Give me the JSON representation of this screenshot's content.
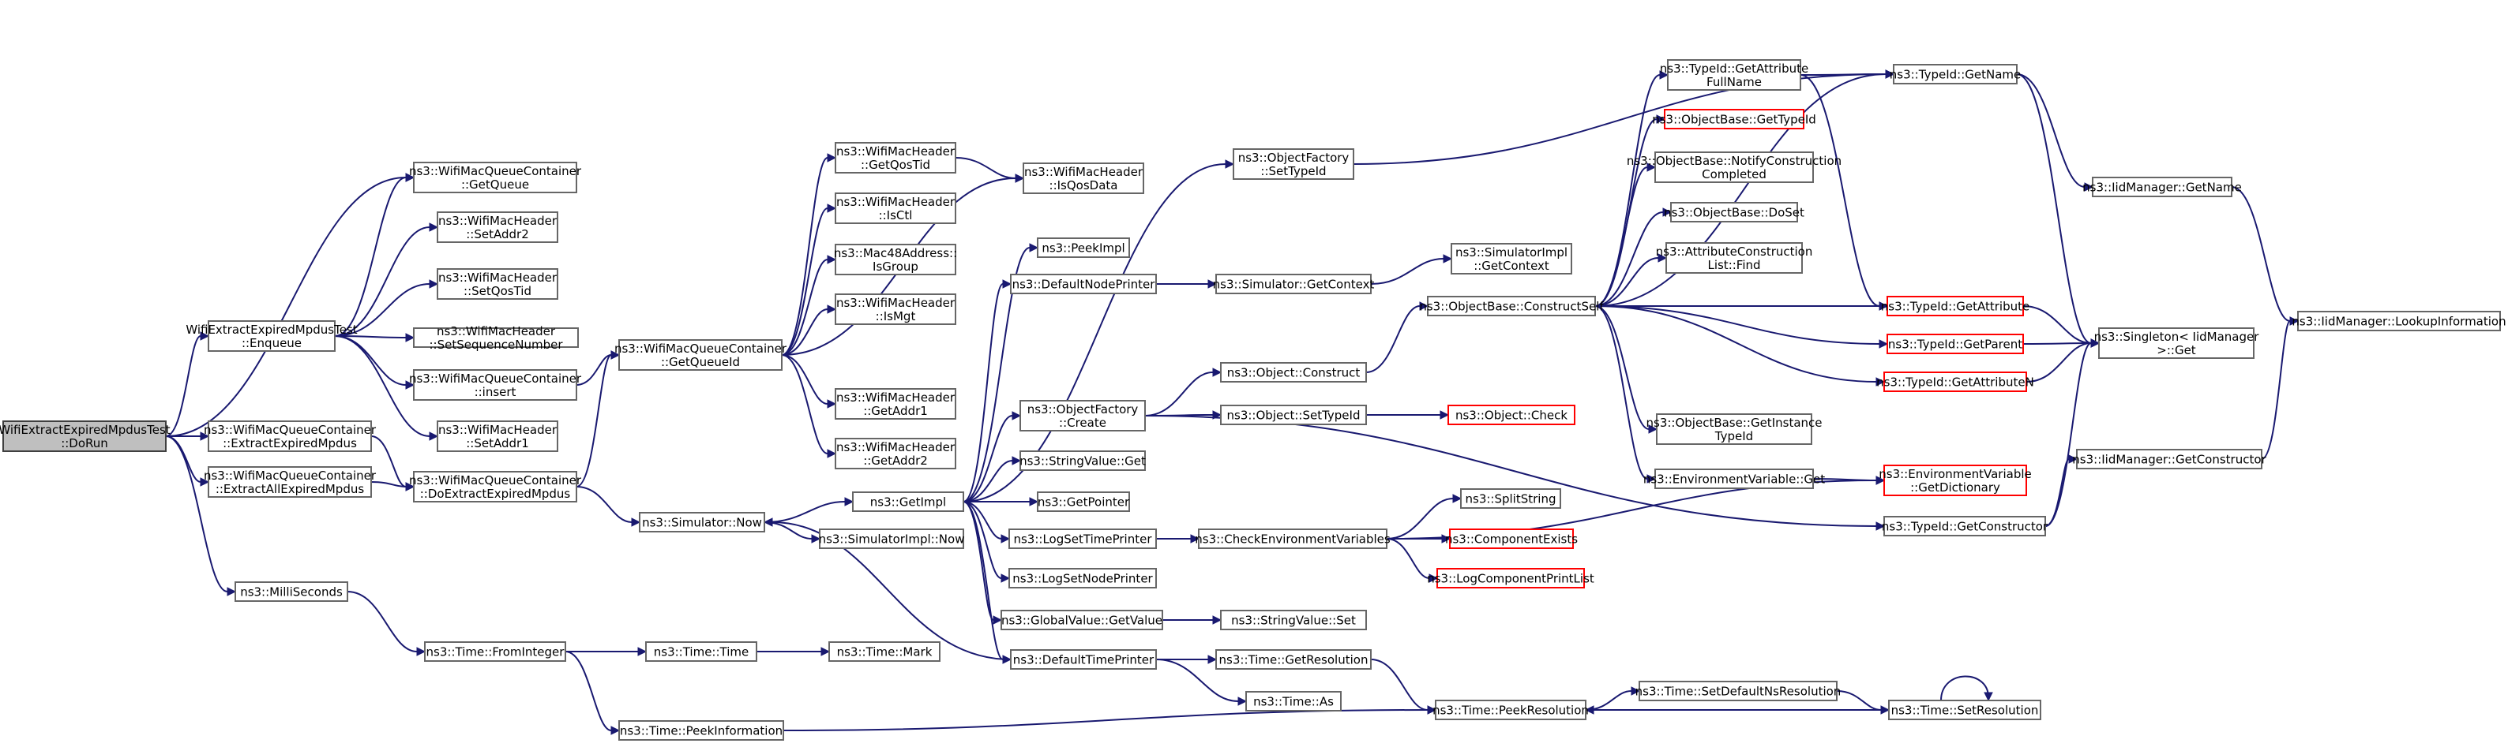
{
  "colors": {
    "edge": "#191970",
    "node_border": "#666666",
    "truncated_border": "#ff0000",
    "root_fill": "#bfbfbf"
  },
  "nodes": [
    {
      "id": "root",
      "lines": [
        "WifiExtractExpiredMpdusTest",
        "::DoRun"
      ],
      "root": true
    },
    {
      "id": "enq",
      "lines": [
        "WifiExtractExpiredMpdusTest",
        "::Enqueue"
      ]
    },
    {
      "id": "q_extract",
      "lines": [
        "ns3::WifiMacQueueContainer",
        "::ExtractExpiredMpdus"
      ]
    },
    {
      "id": "q_extractall",
      "lines": [
        "ns3::WifiMacQueueContainer",
        "::ExtractAllExpiredMpdus"
      ]
    },
    {
      "id": "milli",
      "lines": [
        "ns3::MilliSeconds"
      ]
    },
    {
      "id": "q_getqueue",
      "lines": [
        "ns3::WifiMacQueueContainer",
        "::GetQueue"
      ]
    },
    {
      "id": "h_setaddr2",
      "lines": [
        "ns3::WifiMacHeader",
        "::SetAddr2"
      ]
    },
    {
      "id": "h_setqostid",
      "lines": [
        "ns3::WifiMacHeader",
        "::SetQosTid"
      ]
    },
    {
      "id": "h_setseq",
      "lines": [
        "ns3::WifiMacHeader",
        "::SetSequenceNumber"
      ]
    },
    {
      "id": "q_insert",
      "lines": [
        "ns3::WifiMacQueueContainer",
        "::insert"
      ]
    },
    {
      "id": "h_setaddr1",
      "lines": [
        "ns3::WifiMacHeader",
        "::SetAddr1"
      ]
    },
    {
      "id": "q_doextract",
      "lines": [
        "ns3::WifiMacQueueContainer",
        "::DoExtractExpiredMpdus"
      ]
    },
    {
      "id": "q_getqueueid",
      "lines": [
        "ns3::WifiMacQueueContainer",
        "::GetQueueId"
      ]
    },
    {
      "id": "t_fromint",
      "lines": [
        "ns3::Time::FromInteger"
      ]
    },
    {
      "id": "t_peekinfo",
      "lines": [
        "ns3::Time::PeekInformation"
      ]
    },
    {
      "id": "t_time",
      "lines": [
        "ns3::Time::Time"
      ]
    },
    {
      "id": "t_mark",
      "lines": [
        "ns3::Time::Mark"
      ]
    },
    {
      "id": "sim_now",
      "lines": [
        "ns3::Simulator::Now"
      ]
    },
    {
      "id": "simimpl_now",
      "lines": [
        "ns3::SimulatorImpl::Now"
      ]
    },
    {
      "id": "getimpl",
      "lines": [
        "ns3::GetImpl"
      ]
    },
    {
      "id": "h_getqostid",
      "lines": [
        "ns3::WifiMacHeader",
        "::GetQosTid"
      ]
    },
    {
      "id": "h_isctl",
      "lines": [
        "ns3::WifiMacHeader",
        "::IsCtl"
      ]
    },
    {
      "id": "mac_isgroup",
      "lines": [
        "ns3::Mac48Address::",
        "IsGroup"
      ]
    },
    {
      "id": "h_ismgt",
      "lines": [
        "ns3::WifiMacHeader",
        "::IsMgt"
      ]
    },
    {
      "id": "h_getaddr1",
      "lines": [
        "ns3::WifiMacHeader",
        "::GetAddr1"
      ]
    },
    {
      "id": "h_getaddr2",
      "lines": [
        "ns3::WifiMacHeader",
        "::GetAddr2"
      ]
    },
    {
      "id": "h_isqosdata",
      "lines": [
        "ns3::WifiMacHeader",
        "::IsQosData"
      ]
    },
    {
      "id": "peekimpl",
      "lines": [
        "ns3::PeekImpl"
      ]
    },
    {
      "id": "defnodeprinter",
      "lines": [
        "ns3::DefaultNodePrinter"
      ]
    },
    {
      "id": "objfact_create",
      "lines": [
        "ns3::ObjectFactory",
        "::Create"
      ]
    },
    {
      "id": "strval_get",
      "lines": [
        "ns3::StringValue::Get"
      ]
    },
    {
      "id": "getpointer",
      "lines": [
        "ns3::GetPointer"
      ]
    },
    {
      "id": "logsettime",
      "lines": [
        "ns3::LogSetTimePrinter"
      ]
    },
    {
      "id": "logsetnode",
      "lines": [
        "ns3::LogSetNodePrinter"
      ]
    },
    {
      "id": "gv_getvalue",
      "lines": [
        "ns3::GlobalValue::GetValue"
      ]
    },
    {
      "id": "deftimeprinter",
      "lines": [
        "ns3::DefaultTimePrinter"
      ]
    },
    {
      "id": "objfact_settypeid",
      "lines": [
        "ns3::ObjectFactory",
        "::SetTypeId"
      ]
    },
    {
      "id": "sim_getcontext",
      "lines": [
        "ns3::Simulator::GetContext"
      ]
    },
    {
      "id": "obj_construct",
      "lines": [
        "ns3::Object::Construct"
      ]
    },
    {
      "id": "obj_settypeid",
      "lines": [
        "ns3::Object::SetTypeId"
      ]
    },
    {
      "id": "strval_set",
      "lines": [
        "ns3::StringValue::Set"
      ]
    },
    {
      "id": "t_getres",
      "lines": [
        "ns3::Time::GetResolution"
      ]
    },
    {
      "id": "t_as",
      "lines": [
        "ns3::Time::As"
      ]
    },
    {
      "id": "checkenv",
      "lines": [
        "ns3::CheckEnvironmentVariables"
      ]
    },
    {
      "id": "simimpl_getcontext",
      "lines": [
        "ns3::SimulatorImpl",
        "::GetContext"
      ]
    },
    {
      "id": "ob_constructself",
      "lines": [
        "ns3::ObjectBase::ConstructSelf"
      ]
    },
    {
      "id": "obj_check",
      "lines": [
        "ns3::Object::Check"
      ],
      "truncated": true
    },
    {
      "id": "splitstring",
      "lines": [
        "ns3::SplitString"
      ]
    },
    {
      "id": "compexists",
      "lines": [
        "ns3::ComponentExists"
      ],
      "truncated": true
    },
    {
      "id": "logcompprint",
      "lines": [
        "ns3::LogComponentPrintList"
      ],
      "truncated": true
    },
    {
      "id": "t_peekres",
      "lines": [
        "ns3::Time::PeekResolution"
      ]
    },
    {
      "id": "tid_getattrfull",
      "lines": [
        "ns3::TypeId::GetAttribute",
        "FullName"
      ]
    },
    {
      "id": "ob_gettypeid",
      "lines": [
        "ns3::ObjectBase::GetTypeId"
      ],
      "truncated": true
    },
    {
      "id": "ob_notify",
      "lines": [
        "ns3::ObjectBase::NotifyConstruction",
        "Completed"
      ]
    },
    {
      "id": "ob_doset",
      "lines": [
        "ns3::ObjectBase::DoSet"
      ]
    },
    {
      "id": "attrconstr_find",
      "lines": [
        "ns3::AttributeConstruction",
        "List::Find"
      ]
    },
    {
      "id": "ob_getinstance",
      "lines": [
        "ns3::ObjectBase::GetInstance",
        "TypeId"
      ]
    },
    {
      "id": "envvar_get",
      "lines": [
        "ns3::EnvironmentVariable::Get"
      ]
    },
    {
      "id": "t_setdefaultns",
      "lines": [
        "ns3::Time::SetDefaultNsResolution"
      ]
    },
    {
      "id": "tid_getname",
      "lines": [
        "ns3::TypeId::GetName"
      ]
    },
    {
      "id": "tid_getattribute",
      "lines": [
        "ns3::TypeId::GetAttribute"
      ],
      "truncated": true
    },
    {
      "id": "tid_getparent",
      "lines": [
        "ns3::TypeId::GetParent"
      ],
      "truncated": true
    },
    {
      "id": "tid_getattributen",
      "lines": [
        "ns3::TypeId::GetAttributeN"
      ],
      "truncated": true
    },
    {
      "id": "envvar_getdict",
      "lines": [
        "ns3::EnvironmentVariable",
        "::GetDictionary"
      ],
      "truncated": true
    },
    {
      "id": "tid_getconstructor",
      "lines": [
        "ns3::TypeId::GetConstructor"
      ]
    },
    {
      "id": "t_setres",
      "lines": [
        "ns3::Time::SetResolution"
      ]
    },
    {
      "id": "iid_getname",
      "lines": [
        "ns3::IidManager::GetName"
      ]
    },
    {
      "id": "singleton_get",
      "lines": [
        "ns3::Singleton< IidManager",
        ">::Get"
      ]
    },
    {
      "id": "iid_getconstructor",
      "lines": [
        "ns3::IidManager::GetConstructor"
      ]
    },
    {
      "id": "iid_lookup",
      "lines": [
        "ns3::IidManager::LookupInformation"
      ]
    }
  ],
  "edges": [
    [
      "root",
      "enq"
    ],
    [
      "root",
      "q_extract"
    ],
    [
      "root",
      "q_extractall"
    ],
    [
      "root",
      "milli"
    ],
    [
      "root",
      "q_getqueue"
    ],
    [
      "enq",
      "q_getqueue"
    ],
    [
      "enq",
      "h_setaddr2"
    ],
    [
      "enq",
      "h_setqostid"
    ],
    [
      "enq",
      "h_setseq"
    ],
    [
      "enq",
      "q_insert"
    ],
    [
      "enq",
      "h_setaddr1"
    ],
    [
      "q_extract",
      "q_doextract"
    ],
    [
      "q_extractall",
      "q_doextract"
    ],
    [
      "q_insert",
      "q_getqueueid"
    ],
    [
      "q_doextract",
      "q_getqueueid"
    ],
    [
      "q_doextract",
      "sim_now"
    ],
    [
      "milli",
      "t_fromint"
    ],
    [
      "t_fromint",
      "t_time"
    ],
    [
      "t_fromint",
      "t_peekinfo"
    ],
    [
      "t_time",
      "t_mark"
    ],
    [
      "t_peekinfo",
      "t_peekres"
    ],
    [
      "sim_now",
      "getimpl"
    ],
    [
      "sim_now",
      "simimpl_now"
    ],
    [
      "q_getqueueid",
      "h_getqostid"
    ],
    [
      "q_getqueueid",
      "h_isctl"
    ],
    [
      "q_getqueueid",
      "mac_isgroup"
    ],
    [
      "q_getqueueid",
      "h_ismgt"
    ],
    [
      "q_getqueueid",
      "h_getaddr1"
    ],
    [
      "q_getqueueid",
      "h_getaddr2"
    ],
    [
      "q_getqueueid",
      "h_isqosdata"
    ],
    [
      "h_getqostid",
      "h_isqosdata"
    ],
    [
      "getimpl",
      "peekimpl"
    ],
    [
      "getimpl",
      "defnodeprinter"
    ],
    [
      "getimpl",
      "objfact_create"
    ],
    [
      "getimpl",
      "strval_get"
    ],
    [
      "getimpl",
      "getpointer"
    ],
    [
      "getimpl",
      "logsettime"
    ],
    [
      "getimpl",
      "logsetnode"
    ],
    [
      "getimpl",
      "gv_getvalue"
    ],
    [
      "getimpl",
      "deftimeprinter"
    ],
    [
      "getimpl",
      "objfact_settypeid"
    ],
    [
      "deftimeprinter",
      "sim_now"
    ],
    [
      "defnodeprinter",
      "sim_getcontext"
    ],
    [
      "deftimeprinter",
      "t_getres"
    ],
    [
      "deftimeprinter",
      "t_as"
    ],
    [
      "objfact_create",
      "obj_construct"
    ],
    [
      "objfact_create",
      "obj_settypeid"
    ],
    [
      "objfact_create",
      "tid_getconstructor"
    ],
    [
      "gv_getvalue",
      "strval_set"
    ],
    [
      "logsettime",
      "checkenv"
    ],
    [
      "sim_getcontext",
      "simimpl_getcontext"
    ],
    [
      "obj_construct",
      "ob_constructself"
    ],
    [
      "obj_settypeid",
      "obj_check"
    ],
    [
      "checkenv",
      "splitstring"
    ],
    [
      "checkenv",
      "compexists"
    ],
    [
      "checkenv",
      "logcompprint"
    ],
    [
      "checkenv",
      "envvar_getdict"
    ],
    [
      "t_getres",
      "t_peekres"
    ],
    [
      "t_peekres",
      "t_setdefaultns"
    ],
    [
      "t_setdefaultns",
      "t_setres"
    ],
    [
      "t_setres",
      "t_peekres"
    ],
    [
      "t_setres",
      "t_setres"
    ],
    [
      "objfact_settypeid",
      "tid_getname"
    ],
    [
      "ob_constructself",
      "tid_getattrfull"
    ],
    [
      "ob_constructself",
      "tid_getname"
    ],
    [
      "ob_constructself",
      "ob_gettypeid"
    ],
    [
      "ob_constructself",
      "ob_notify"
    ],
    [
      "ob_constructself",
      "ob_doset"
    ],
    [
      "ob_constructself",
      "attrconstr_find"
    ],
    [
      "ob_constructself",
      "tid_getattribute"
    ],
    [
      "ob_constructself",
      "tid_getparent"
    ],
    [
      "ob_constructself",
      "tid_getattributen"
    ],
    [
      "ob_constructself",
      "ob_getinstance"
    ],
    [
      "ob_constructself",
      "envvar_get"
    ],
    [
      "tid_getattrfull",
      "tid_getname"
    ],
    [
      "tid_getattrfull",
      "tid_getattribute"
    ],
    [
      "envvar_get",
      "envvar_getdict"
    ],
    [
      "tid_getname",
      "iid_getname"
    ],
    [
      "tid_getname",
      "singleton_get"
    ],
    [
      "tid_getattribute",
      "singleton_get"
    ],
    [
      "tid_getparent",
      "singleton_get"
    ],
    [
      "tid_getattributen",
      "singleton_get"
    ],
    [
      "tid_getconstructor",
      "iid_getconstructor"
    ],
    [
      "tid_getconstructor",
      "singleton_get"
    ],
    [
      "iid_getname",
      "iid_lookup"
    ],
    [
      "iid_getconstructor",
      "iid_lookup"
    ]
  ]
}
